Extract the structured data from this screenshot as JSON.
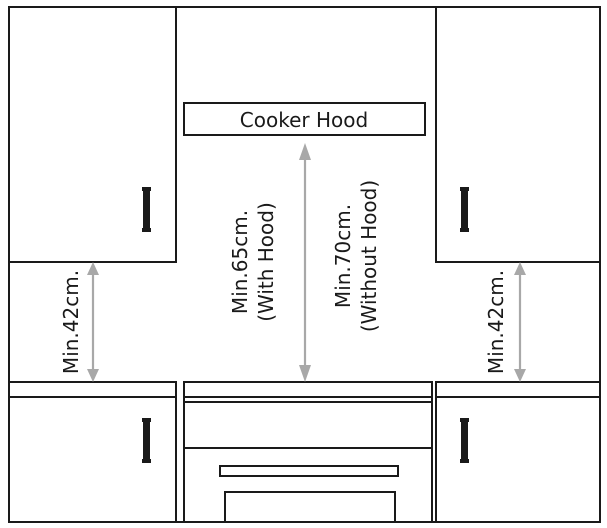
{
  "labels": {
    "hood": "Cooker Hood",
    "left_clearance": "Min.42cm.",
    "with_hood_1": "Min.65cm.",
    "with_hood_2": "(With Hood)",
    "without_hood_1": "Min.70cm.",
    "without_hood_2": "(Without Hood)",
    "right_clearance": "Min.42cm."
  },
  "colors": {
    "line": "#1a1a1a",
    "dimension_arrow": "#a8a8a8",
    "background": "#ffffff"
  }
}
